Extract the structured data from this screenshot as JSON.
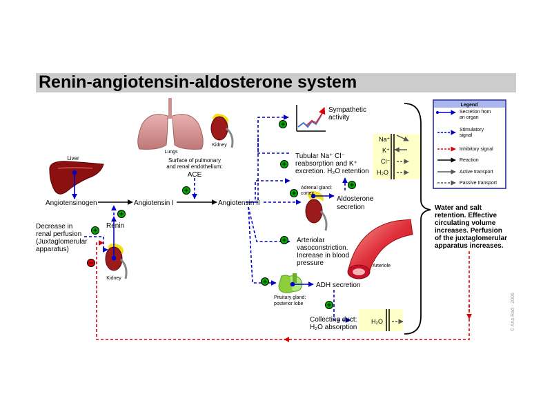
{
  "title": "Renin-angiotensin-aldosterone system",
  "nodes": {
    "liver": "Liver",
    "angiotensinogen": "Angiotensinogen",
    "angiotensin1": "Angiotensin I",
    "angiotensin2": "Angiotensin II",
    "renin": "Renin",
    "decrease": [
      "Decrease in",
      "renal perfusion",
      "(Juxtaglomerular",
      "apparatus)"
    ],
    "kidney_bottom": "Kidney",
    "lungs": "Lungs",
    "kidney_top": "Kidney",
    "surface": [
      "Surface of pulmonary",
      "and renal endothelium:"
    ],
    "ace": "ACE",
    "sympathetic": [
      "Sympathetic",
      "activity"
    ],
    "tubular": [
      "Tubular Na⁺ Cl⁻",
      "reabsorption and K⁺",
      "excretion. H₂O retention"
    ],
    "adrenal": [
      "Adrenal gland:",
      "cortex"
    ],
    "aldosterone": [
      "Aldosterone",
      "secretion"
    ],
    "arteriolar": [
      "Arteriolar",
      "vasoconstriction.",
      "Increase in blood",
      "pressure"
    ],
    "arteriole": "Arteriole",
    "pituitary": [
      "Pituitary gland:",
      "posterior lobe"
    ],
    "adh": "ADH secretion",
    "collecting": [
      "Collecting duct:",
      "H₂O absorption"
    ],
    "water": [
      "Water and salt",
      "retention. Effective",
      "circulating volume",
      "increases. Perfusion",
      "of the juxtaglomerular",
      "apparatus increases."
    ]
  },
  "ions": [
    "Na⁺",
    "K⁺",
    "Cl⁻",
    "H₂O"
  ],
  "duct_ion": "H₂O",
  "legend": {
    "title": "Legend",
    "items": [
      [
        "Secretion from",
        "an organ"
      ],
      [
        "Stimulatory",
        "signal"
      ],
      [
        "Inhibitory signal"
      ],
      [
        "Reaction"
      ],
      [
        "Active transport"
      ],
      [
        "Passive transport"
      ]
    ]
  },
  "signs": {
    "plus": "+",
    "minus": "−"
  },
  "copyright": "© Ana Rad - 2006",
  "colors": {
    "secretion": "#0000cc",
    "inhibitory": "#dd0000",
    "stimulatory": "#00aa00",
    "organ": "#8b1010",
    "title_bar": "#cccccc"
  }
}
